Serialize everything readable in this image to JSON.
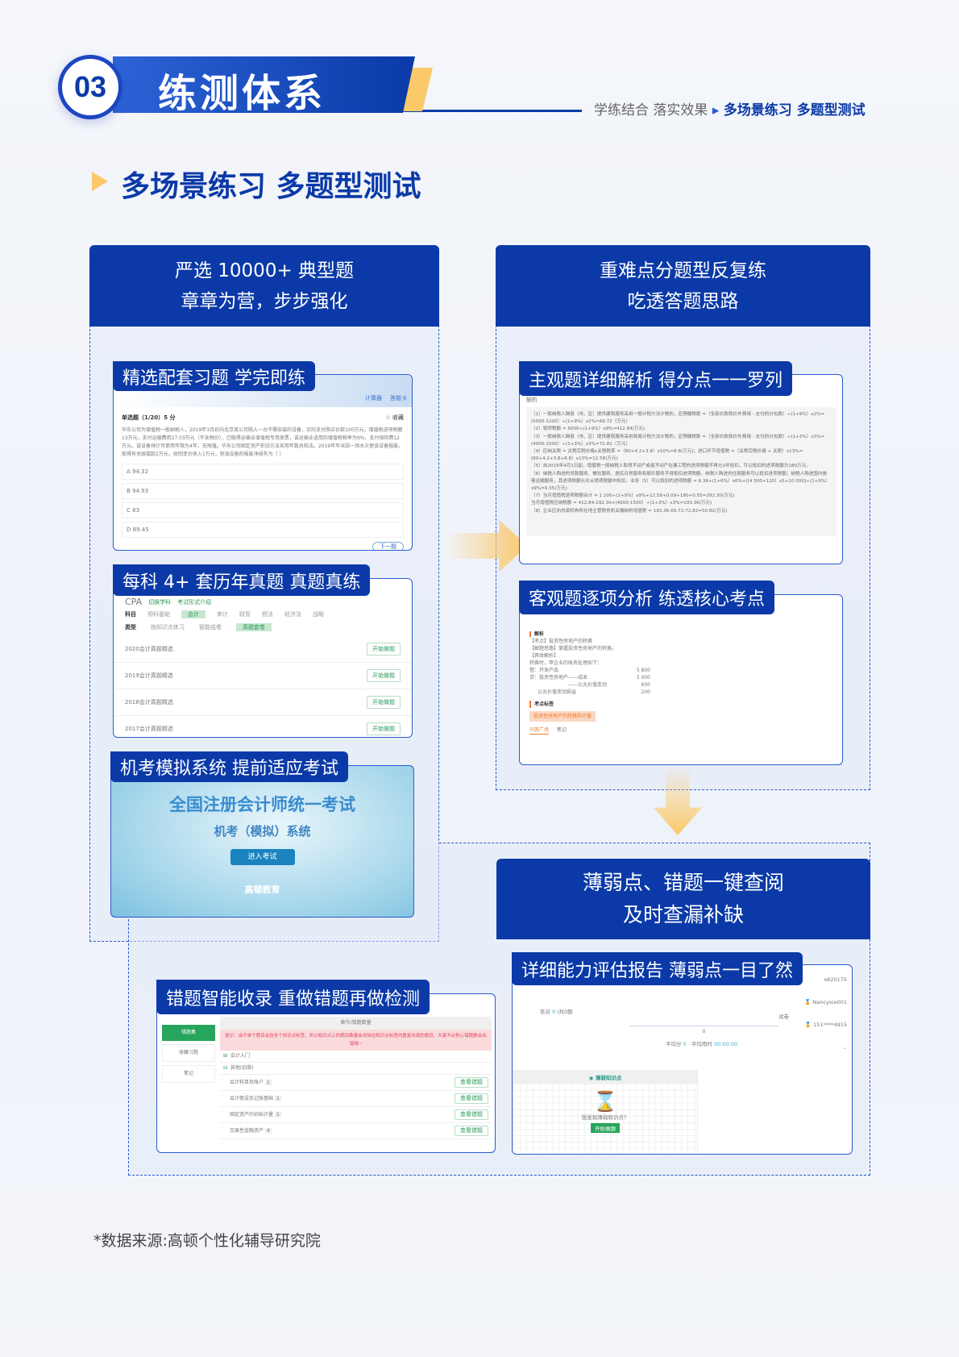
{
  "header": {
    "number": "03",
    "title": "练测体系",
    "breadcrumb_prefix": "学练结合 落实效果",
    "breadcrumb_current": "多场景练习 多题型测试"
  },
  "subtitle": "多场景练习 多题型测试",
  "colors": {
    "brand": "#0b3aa8",
    "accent": "#fcc96a",
    "green": "#27a55c"
  },
  "left_block": {
    "line1": "严选 10000+ 典型题",
    "line2": "章章为营，步步强化"
  },
  "right_block": {
    "line1": "重难点分题型反复练",
    "line2": "吃透答题思路"
  },
  "bottom_block": {
    "line1": "薄弱点、错题一键查阅",
    "line2": "及时查漏补缺"
  },
  "panel_practice": {
    "label": "精选配套习题 学完即练",
    "tools": [
      "计算器",
      "答题卡"
    ],
    "question_head": "单选题（1/20）5 分",
    "favorite": "收藏",
    "question": "华东公司为增值税一般纳税人，2019年3月初向北京某公司购入一台不需安装的设备，实际支付购买价款100万元，增值税进项税额13万元，支付运输费用27.03万元（不含税价），已取得运输业增值税专用发票，该运输业适用的增值税税率为9%，支付保险费12万元。该设备预计可使用年限为4年，无残值。华东公司固定资产折旧方法采用年数总和法。2019年年末因一场水灾使该设备报废，取得有关赔偿款2万元，收回变价收入1万元，则该设备的报废净损失为（ ）",
    "options": [
      "A  94.32",
      "B  94.93",
      "C  83",
      "D  89.45"
    ],
    "next": "下一题"
  },
  "panel_past": {
    "label": "每科 4+ 套历年真题  真题真练",
    "brand": "CPA",
    "switch": "切换学科",
    "intro": "考试形式介绍",
    "subject_label": "科目",
    "subjects": [
      "预科基础",
      "会计",
      "审计",
      "财管",
      "税法",
      "经济法",
      "战略"
    ],
    "type_label": "类型",
    "types": [
      "按知识点练习",
      "智能组卷",
      "真题套卷"
    ],
    "papers": [
      "2020会计真题精选",
      "2019会计真题精选",
      "2018会计真题精选",
      "2017会计真题精选"
    ],
    "start": "开始做题"
  },
  "panel_exam": {
    "label": "机考模拟系统 提前适应考试",
    "title": "全国注册会计师统一考试",
    "subtitle": "机考（模拟）系统",
    "enter": "进入考试",
    "logo": "高顿教育"
  },
  "panel_subjective": {
    "label": "主观题详细解析 得分点一一罗列",
    "heading": "解析",
    "lines": [
      "（1）一般纳税人跨县（市、区）提供建筑服务采用一般计税方法计税的，应预缴税款 =（全部价款和价外费用 - 支付的分包款）÷(1+9%）x2%=(5000-1200）÷(1+9%）x2%=69.72（万元）",
      "（2）销项税额 = 5000÷(1+9%）x9%=412.84(万元)",
      "（3）一般纳税人跨县（市、区）提供建筑服务采用简易计税方法计税的，应预缴税款 =（全部价款和价外费用 - 支付的分包款）÷(1+3%）x3%=(4000-1500）÷(1+3%）x3%=72.82（万元）",
      "（4）应纳关税 = 关税完税价格x关税税率 =（80+4.2+3.8）x10%=8.8(万元)；进口环节增值税 =（关税完税价格 + 关税）x13%=(80+4.2+3.8+8.8）x13%=12.58(万元)",
      "（5）自2019年4月1日起，增值税一般纳税人取得不动产或者不动产在建工程的进项税额不再分2年抵扣，可以抵扣的进项税额为180万元。",
      "（6）纳税人购进的贷款服务、餐饮服务、居民日常服务和娱乐服务不得抵扣进项税额。纳税人购进的住宿服务可以抵扣进项税额；纳税人购进国内旅客运输服务，其进项税额允许从销项税额中抵扣。业务（5）可以抵扣的进项税额 = 6.36+(1+6%）x6%+[(4 500+120）x5+10 000]÷(1+9%）x9%=0.55(万元)",
      "（7）当月增值税进项税额合计 = 1 200÷(1+9%）x9%+12.58+0.09+180+0.55=292.30(万元)",
      "当月增值税应纳税额 = 412.84-292.30+(4000-1500）÷(1+3%）x3%=193.36(万元)",
      "（8）企业应向总部机构所在地主管税务机关缴纳的增值税 = 193.36-69.72-72.82=50.82(万元)"
    ]
  },
  "panel_objective": {
    "label": "客观题逐项分析 练透核心考点",
    "heading": "解析",
    "lines": [
      "【考点】投资性房地产的转换",
      "【解题思路】掌握投资性房地产的转换。",
      "【具体解析】",
      "转换时，甲企业的账务处理如下："
    ],
    "entries": [
      [
        "借：开发产品",
        "5 800"
      ],
      [
        "贷：投资性房地产——成本",
        "5 000"
      ],
      [
        "——公允价值变动",
        "600"
      ],
      [
        "公允价值变动损益",
        "200"
      ]
    ],
    "tag_heading": "考点标签",
    "tag": "投资性房地产的转换和计量",
    "tabs": [
      "问答广场",
      "笔记"
    ]
  },
  "panel_wrong": {
    "label": "错题智能收录  重做错题再做检测",
    "side": [
      "错题集",
      "收藏习题",
      "笔记"
    ],
    "table_head": "章节/错题数量",
    "tip": "提示：由于单个题目会挂多个知识点标签，所以知识点上的题目数量会去除在知识点标签内重复出现的题目，大家不必担心错题数会出错哦~",
    "groups": [
      "会计入门",
      "其他(旧版)"
    ],
    "items": [
      {
        "name": "会计科目及账户",
        "count": "1"
      },
      {
        "name": "会计假设及记账基础",
        "count": "1"
      },
      {
        "name": "固定资产的初始计量",
        "count": "1"
      },
      {
        "name": "交易性金融资产",
        "count": "4"
      }
    ],
    "view": "查看错题"
  },
  "panel_report": {
    "label": "详细能力评估报告 薄弱点一目了然",
    "correct": "答对",
    "correct_num": "0",
    "total": "/共0题",
    "paper": "试卷",
    "zero": "0",
    "avg_score_label": "平均分",
    "avg_score": "0",
    "avg_time_label": "平均用时",
    "avg_time": "00:00:00",
    "users": [
      "o820175",
      "Nancyxie001",
      "151****4915"
    ],
    "weak_title": "薄弱知识点",
    "weak_prompt": "想发现薄弱知识点？",
    "start": "开始做题"
  },
  "footer": "*数据来源:高顿个性化辅导研究院"
}
